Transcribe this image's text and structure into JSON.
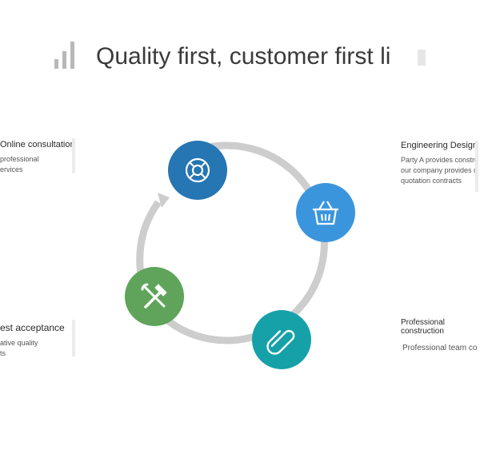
{
  "title": "Quality first, customer first li",
  "steps": [
    {
      "key": "online",
      "heading": "Online consultation",
      "lines": [
        "professional",
        "ervices"
      ],
      "icon": "lifebuoy-icon",
      "color": "#2576b3"
    },
    {
      "key": "engineering",
      "heading": "Engineering Design",
      "lines": [
        "Party A provides constru",
        "our company provides c",
        "quotation contracts"
      ],
      "icon": "basket-icon",
      "color": "#3a95dd"
    },
    {
      "key": "professional",
      "heading": "Professional construction",
      "lines": [
        "Professional team co"
      ],
      "icon": "paperclip-icon",
      "color": "#16a1a8"
    },
    {
      "key": "test",
      "heading": "est acceptance",
      "lines": [
        "ative quality",
        "ts"
      ],
      "icon": "tools-icon",
      "color": "#5fa45a"
    }
  ]
}
